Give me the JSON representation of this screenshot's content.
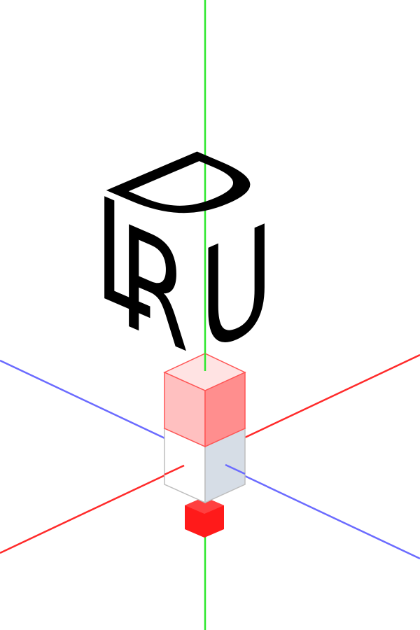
{
  "scene": {
    "letters": {
      "top": "D",
      "left": "L",
      "front": "R",
      "right": "U"
    },
    "colors": {
      "background": "#ffffff",
      "axis_x": "#ff2a2a",
      "axis_y": "#2ee82e",
      "axis_z": "#6b6bff",
      "letter": "#000000",
      "cube_top_top": "#ffe3e3",
      "cube_top_left": "#ffc0c0",
      "cube_top_right": "#ff8e8e",
      "cube_top_edge": "#ff5555",
      "cube_bottom_top": "#f4f4f4",
      "cube_bottom_left": "#ffffff",
      "cube_bottom_right": "#d6dde6",
      "cube_bottom_edge": "#bdbdbd",
      "marker": "#ff1a1a"
    }
  }
}
